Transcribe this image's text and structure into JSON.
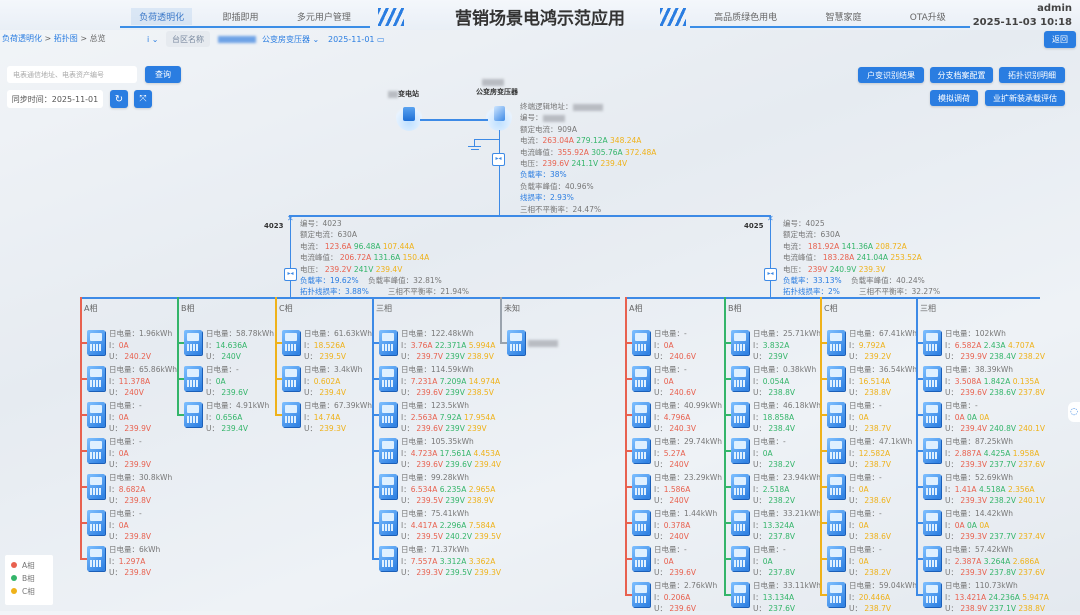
{
  "header": {
    "title": "营销场景电鸿示范应用",
    "tabs_left": [
      "负荷透明化",
      "即插即用",
      "多元用户管理"
    ],
    "tabs_right": [
      "高品质绿色用电",
      "智慧家庭",
      "OTA升级"
    ],
    "user": "admin",
    "datetime": "2025-11-03 10:18"
  },
  "toolbar": {
    "breadcrumb": [
      "负荷透明化",
      "拓扑图",
      "总览"
    ],
    "area_label": "台区名称",
    "transformer_select": "公变房变压器",
    "date": "2025-11-01",
    "back": "返回",
    "search_placeholder": "电表通信地址、电表资产编号",
    "search": "查询",
    "sync_time": "同步时间：2025-11-01",
    "actions": [
      "户变识别结果",
      "分支档案配置",
      "拓扑识别明细",
      "模拟调荷",
      "业扩新装承载评估"
    ]
  },
  "topology": {
    "substation": "变电站",
    "transformer": "公变房变压器",
    "tx_info": {
      "terminal": "终端逻辑地址：",
      "number": "编号：",
      "rated": "额定电流：",
      "rated_val": "909A",
      "current": "电流：",
      "current_vals": [
        "263.04A",
        "279.12A",
        "348.24A"
      ],
      "peak": "电流峰值：",
      "peak_vals": [
        "355.92A",
        "305.76A",
        "372.48A"
      ],
      "voltage": "电压：",
      "voltage_vals": [
        "239.6V",
        "241.1V",
        "239.4V"
      ],
      "load": "负载率：38%",
      "load_peak": "负载率峰值：",
      "load_peak_val": "40.96%",
      "loss": "线损率：2.93%",
      "unbalance": "三相不平衡率：",
      "unbalance_val": "24.47%"
    }
  },
  "branches": [
    {
      "id": "4023",
      "number": "编号：4023",
      "rated": "额定电流：630A",
      "current": [
        "123.6A",
        "96.48A",
        "107.44A"
      ],
      "peak": [
        "206.72A",
        "131.6A",
        "150.4A"
      ],
      "voltage": [
        "239.2V",
        "241V",
        "239.4V"
      ],
      "load": "负载率：19.62%",
      "load_peak": "负载率峰值：32.81%",
      "loss": "拓扑线损率：3.88%",
      "unbalance": "三相不平衡率：21.94%",
      "columns": [
        {
          "label": "A相",
          "phase": "A",
          "meters": [
            {
              "e": "1.96kWh",
              "i": "0A",
              "u": "240.2V"
            },
            {
              "e": "65.86kWh",
              "i": "11.378A",
              "u": "240V"
            },
            {
              "e": "-",
              "i": "0A",
              "u": "239.9V"
            },
            {
              "e": "-",
              "i": "0A",
              "u": "239.9V"
            },
            {
              "e": "30.8kWh",
              "i": "8.682A",
              "u": "239.8V"
            },
            {
              "e": "-",
              "i": "0A",
              "u": "239.8V"
            },
            {
              "e": "6kWh",
              "i": "1.297A",
              "u": "239.8V"
            }
          ]
        },
        {
          "label": "B相",
          "phase": "B",
          "meters": [
            {
              "e": "58.78kWh",
              "i": "14.636A",
              "u": "240V"
            },
            {
              "e": "-",
              "i": "0A",
              "u": "239.6V"
            },
            {
              "e": "4.91kWh",
              "i": "0.656A",
              "u": "239.4V"
            }
          ]
        },
        {
          "label": "C相",
          "phase": "C",
          "meters": [
            {
              "e": "61.63kWh",
              "i": "18.526A",
              "u": "239.5V"
            },
            {
              "e": "3.4kWh",
              "i": "0.602A",
              "u": "239.4V"
            },
            {
              "e": "67.39kWh",
              "i": "14.74A",
              "u": "239.3V"
            }
          ]
        },
        {
          "label": "三相",
          "phase": "3",
          "meters": [
            {
              "e": "122.48kWh",
              "i": [
                "3.76A",
                "22.371A",
                "5.994A"
              ],
              "u": [
                "239.7V",
                "239V",
                "238.9V"
              ]
            },
            {
              "e": "114.59kWh",
              "i": [
                "7.231A",
                "7.209A",
                "14.974A"
              ],
              "u": [
                "239.6V",
                "239V",
                "238.5V"
              ]
            },
            {
              "e": "123.5kWh",
              "i": [
                "2.563A",
                "7.92A",
                "17.954A"
              ],
              "u": [
                "239.6V",
                "239V",
                "239V"
              ]
            },
            {
              "e": "105.35kWh",
              "i": [
                "4.723A",
                "17.561A",
                "4.453A"
              ],
              "u": [
                "239.6V",
                "239.6V",
                "239.4V"
              ]
            },
            {
              "e": "99.28kWh",
              "i": [
                "6.534A",
                "6.235A",
                "2.965A"
              ],
              "u": [
                "239.5V",
                "239V",
                "238.9V"
              ]
            },
            {
              "e": "75.41kWh",
              "i": [
                "4.417A",
                "2.296A",
                "7.584A"
              ],
              "u": [
                "239.5V",
                "240.2V",
                "239.5V"
              ]
            },
            {
              "e": "71.37kWh",
              "i": [
                "7.557A",
                "3.312A",
                "3.362A"
              ],
              "u": [
                "239.3V",
                "239.5V",
                "239.3V"
              ]
            }
          ]
        },
        {
          "label": "未知",
          "phase": "U",
          "meters": [
            {
              "blur": true
            }
          ]
        }
      ]
    },
    {
      "id": "4025",
      "number": "编号：4025",
      "rated": "额定电流：630A",
      "current": [
        "181.92A",
        "141.36A",
        "208.72A"
      ],
      "peak": [
        "183.28A",
        "241.04A",
        "253.52A"
      ],
      "voltage": [
        "239V",
        "240.9V",
        "239.3V"
      ],
      "load": "负载率：33.13%",
      "load_peak": "负载率峰值：40.24%",
      "loss": "拓扑线损率：2%",
      "unbalance": "三相不平衡率：32.27%",
      "columns": [
        {
          "label": "A相",
          "phase": "A",
          "meters": [
            {
              "e": "-",
              "i": "0A",
              "u": "240.6V"
            },
            {
              "e": "-",
              "i": "0A",
              "u": "240.6V"
            },
            {
              "e": "40.99kWh",
              "i": "4.796A",
              "u": "240.3V"
            },
            {
              "e": "29.74kWh",
              "i": "5.27A",
              "u": "240V"
            },
            {
              "e": "23.29kWh",
              "i": "1.586A",
              "u": "240V"
            },
            {
              "e": "1.44kWh",
              "i": "0.378A",
              "u": "240V"
            },
            {
              "e": "-",
              "i": "0A",
              "u": "239.6V"
            },
            {
              "e": "2.76kWh",
              "i": "0.206A",
              "u": "239.6V"
            }
          ]
        },
        {
          "label": "B相",
          "phase": "B",
          "meters": [
            {
              "e": "25.71kWh",
              "i": "3.832A",
              "u": "239V"
            },
            {
              "e": "0.38kWh",
              "i": "0.054A",
              "u": "238.8V"
            },
            {
              "e": "46.18kWh",
              "i": "18.858A",
              "u": "238.4V"
            },
            {
              "e": "-",
              "i": "0A",
              "u": "238.2V"
            },
            {
              "e": "23.94kWh",
              "i": "2.518A",
              "u": "238.2V"
            },
            {
              "e": "33.21kWh",
              "i": "13.324A",
              "u": "237.8V"
            },
            {
              "e": "-",
              "i": "0A",
              "u": "237.8V"
            },
            {
              "e": "33.11kWh",
              "i": "13.134A",
              "u": "237.6V"
            }
          ]
        },
        {
          "label": "C相",
          "phase": "C",
          "meters": [
            {
              "e": "67.41kWh",
              "i": "9.792A",
              "u": "239.2V"
            },
            {
              "e": "36.54kWh",
              "i": "16.514A",
              "u": "238.8V"
            },
            {
              "e": "-",
              "i": "0A",
              "u": "238.7V"
            },
            {
              "e": "47.1kWh",
              "i": "12.582A",
              "u": "238.7V"
            },
            {
              "e": "-",
              "i": "0A",
              "u": "238.6V"
            },
            {
              "e": "-",
              "i": "0A",
              "u": "238.6V"
            },
            {
              "e": "-",
              "i": "0A",
              "u": "238.2V"
            },
            {
              "e": "59.04kWh",
              "i": "20.446A",
              "u": "238.7V"
            }
          ]
        },
        {
          "label": "三相",
          "phase": "3",
          "meters": [
            {
              "e": "102kWh",
              "i": [
                "6.582A",
                "2.43A",
                "4.707A"
              ],
              "u": [
                "239.9V",
                "238.4V",
                "238.2V"
              ]
            },
            {
              "e": "38.39kWh",
              "i": [
                "3.508A",
                "1.842A",
                "0.135A"
              ],
              "u": [
                "239.6V",
                "238.6V",
                "237.8V"
              ]
            },
            {
              "e": "-",
              "i": [
                "0A",
                "0A",
                "0A"
              ],
              "u": [
                "239.4V",
                "240.8V",
                "240.1V"
              ]
            },
            {
              "e": "87.25kWh",
              "i": [
                "2.887A",
                "4.425A",
                "1.958A"
              ],
              "u": [
                "239.3V",
                "237.7V",
                "237.6V"
              ]
            },
            {
              "e": "52.69kWh",
              "i": [
                "1.41A",
                "4.518A",
                "2.356A"
              ],
              "u": [
                "239.3V",
                "238.2V",
                "240.1V"
              ]
            },
            {
              "e": "14.42kWh",
              "i": [
                "0A",
                "0A",
                "0A"
              ],
              "u": [
                "239.3V",
                "237.7V",
                "237.4V"
              ]
            },
            {
              "e": "57.42kWh",
              "i": [
                "2.387A",
                "3.264A",
                "2.686A"
              ],
              "u": [
                "239.3V",
                "237.8V",
                "237.6V"
              ]
            },
            {
              "e": "110.73kWh",
              "i": [
                "13.421A",
                "24.236A",
                "5.947A"
              ],
              "u": [
                "238.9V",
                "237.1V",
                "238.8V"
              ]
            }
          ]
        }
      ]
    }
  ],
  "meter_labels": {
    "energy": "日电量：",
    "current": "I：",
    "voltage": "U："
  },
  "legend": [
    "A相",
    "B相",
    "C相"
  ],
  "colors": {
    "A": "#e8614f",
    "B": "#34b56a",
    "C": "#efb21a",
    "line": "#3d8ae6"
  }
}
